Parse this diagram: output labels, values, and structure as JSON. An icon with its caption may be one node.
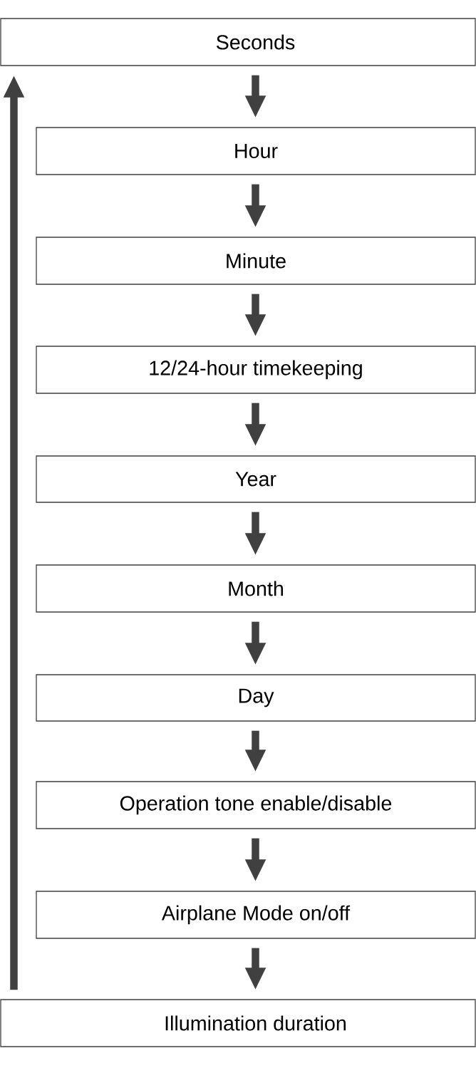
{
  "diagram": {
    "nodes": [
      {
        "text": [
          "Seconds"
        ]
      },
      {
        "text": [
          "Hour"
        ]
      },
      {
        "text": [
          "Minute"
        ]
      },
      {
        "text": [
          "12/24-hour timekeeping"
        ]
      },
      {
        "text": [
          "Year"
        ]
      },
      {
        "text": [
          "Month"
        ]
      },
      {
        "text": [
          "Day"
        ]
      },
      {
        "text": [
          "Operation tone enable/disable"
        ]
      },
      {
        "text": [
          "Airplane Mode on/off"
        ]
      },
      {
        "text": [
          "Illumination duration"
        ]
      }
    ],
    "edges": [
      {
        "from": 0,
        "to": 1,
        "arrow": "to"
      },
      {
        "from": 1,
        "to": 2,
        "arrow": "to"
      },
      {
        "from": 2,
        "to": 3,
        "arrow": "to"
      },
      {
        "from": 3,
        "to": 4,
        "arrow": "to"
      },
      {
        "from": 4,
        "to": 5,
        "arrow": "to"
      },
      {
        "from": 5,
        "to": 6,
        "arrow": "to"
      },
      {
        "from": 6,
        "to": 7,
        "arrow": "to"
      },
      {
        "from": 7,
        "to": 8,
        "arrow": "to"
      },
      {
        "from": 8,
        "to": 9,
        "arrow": "to"
      },
      {
        "from": 9,
        "to": 0,
        "arrow": "to"
      }
    ]
  }
}
